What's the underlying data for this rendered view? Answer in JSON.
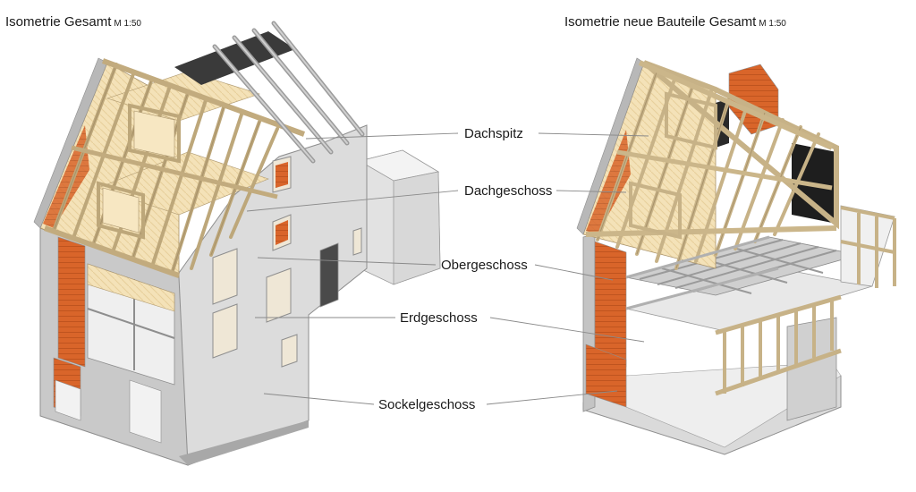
{
  "titles": {
    "left": {
      "text": "Isometrie Gesamt",
      "scale": "M 1:50"
    },
    "right": {
      "text": "Isometrie neue Bauteile Gesamt",
      "scale": "M 1:50"
    }
  },
  "floor_labels": [
    {
      "id": "dachspitz",
      "text": "Dachspitz"
    },
    {
      "id": "dachgeschoss",
      "text": "Dachgeschoss"
    },
    {
      "id": "obergeschoss",
      "text": "Obergeschoss"
    },
    {
      "id": "erdgeschoss",
      "text": "Erdgeschoss"
    },
    {
      "id": "sockelgeschoss",
      "text": "Sockelgeschoss"
    }
  ],
  "colors": {
    "concrete": "#cfcfcf",
    "concrete_light": "#e6e6e6",
    "brick": "#d9652a",
    "timber": "#d8c49a",
    "timber_dark": "#a8926a",
    "panel": "#f4e2b8",
    "floor": "#ececec",
    "leader": "#8a8a8a"
  }
}
